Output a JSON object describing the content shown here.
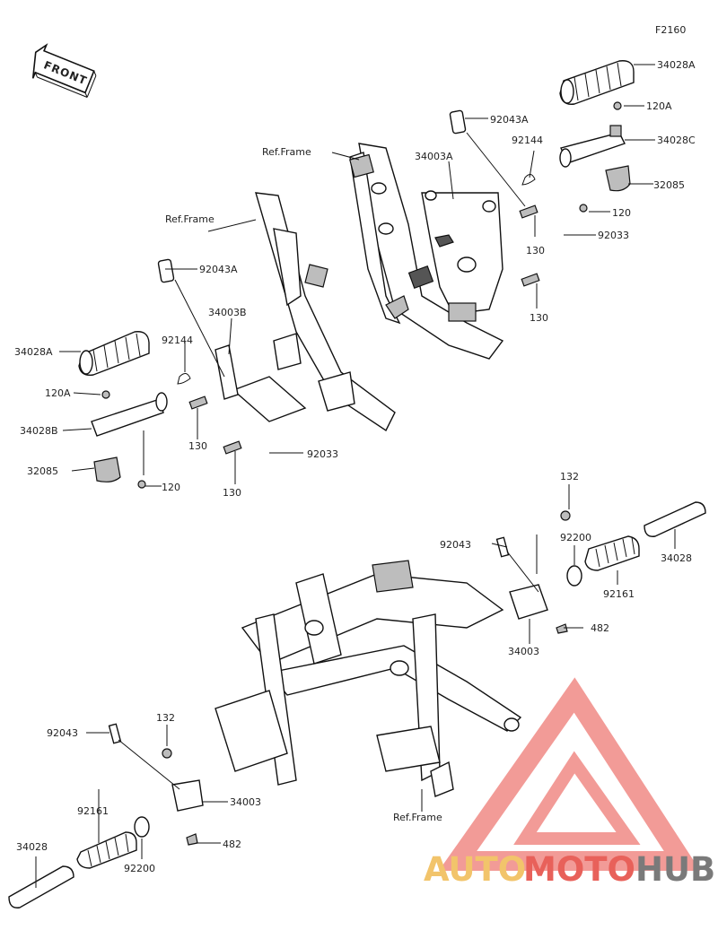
{
  "figure_code": "F2160",
  "front_label": "FRONT",
  "parts": {
    "p_34028A_top": "34028A",
    "p_120A_top": "120A",
    "p_34028C": "34028C",
    "p_32085_top": "32085",
    "p_120_top": "120",
    "p_92043A_top": "92043A",
    "p_92144_top": "92144",
    "p_34003A": "34003A",
    "p_130_top1": "130",
    "p_130_top2": "130",
    "p_92033_top": "92033",
    "p_ref_frame_top": "Ref.Frame",
    "p_ref_frame_mid": "Ref.Frame",
    "p_92043A_mid": "92043A",
    "p_34003B": "34003B",
    "p_92144_mid": "92144",
    "p_34028A_left": "34028A",
    "p_120A_left": "120A",
    "p_34028B": "34028B",
    "p_32085_left": "32085",
    "p_120_left": "120",
    "p_130_mid1": "130",
    "p_130_mid2": "130",
    "p_92033_mid": "92033",
    "p_132_right": "132",
    "p_92043_right": "92043",
    "p_92200_right": "92200",
    "p_34028_right": "34028",
    "p_92161_right": "92161",
    "p_482_right": "482",
    "p_34003_right": "34003",
    "p_92043_left": "92043",
    "p_132_left": "132",
    "p_34003_left": "34003",
    "p_92161_left": "92161",
    "p_34028_left": "34028",
    "p_92200_left": "92200",
    "p_482_left": "482",
    "p_ref_frame_bottom": "Ref.Frame"
  },
  "watermark": {
    "auto": "AUTO",
    "moto": "MOTO",
    "hub": "HUB",
    "colors": {
      "auto": "#f2c46b",
      "moto": "#e8615a",
      "hub": "#7a7a7a",
      "logo": "#f08a85"
    }
  }
}
